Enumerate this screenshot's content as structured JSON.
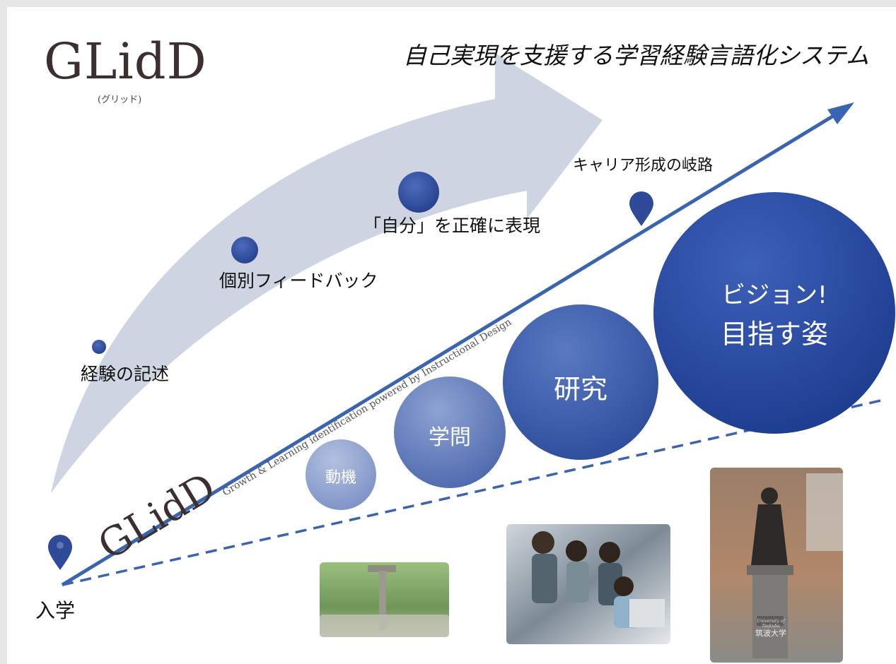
{
  "logo": {
    "text": "GLidD",
    "reading": "(グリッド)"
  },
  "tagline": "自己実現を支援する学習経験言語化システム",
  "milestones": [
    "経験の記述",
    "個別フィードバック",
    "「自分」を正確に表現"
  ],
  "branch_label": "キャリア形成の岐路",
  "start_label": "入学",
  "diagonal_logo": {
    "text": "GLidD",
    "subtitle": "Growth & Learning identification powered by Instructional Design"
  },
  "circles": [
    "動機",
    "学問",
    "研究"
  ],
  "vision": {
    "line1": "ビジョン!",
    "line2": "目指す姿"
  },
  "photos": {
    "campus": "campus-gate-photo",
    "students": "students-at-computer-photo",
    "statue": {
      "name": "statue-photo",
      "plaque_en": "University of Tsukuba",
      "plaque_ja": "筑波大学"
    }
  },
  "colors": {
    "arrow": "#3a64b0",
    "big_arrow": "#c9cfdf",
    "dot": "#2e4a99"
  }
}
